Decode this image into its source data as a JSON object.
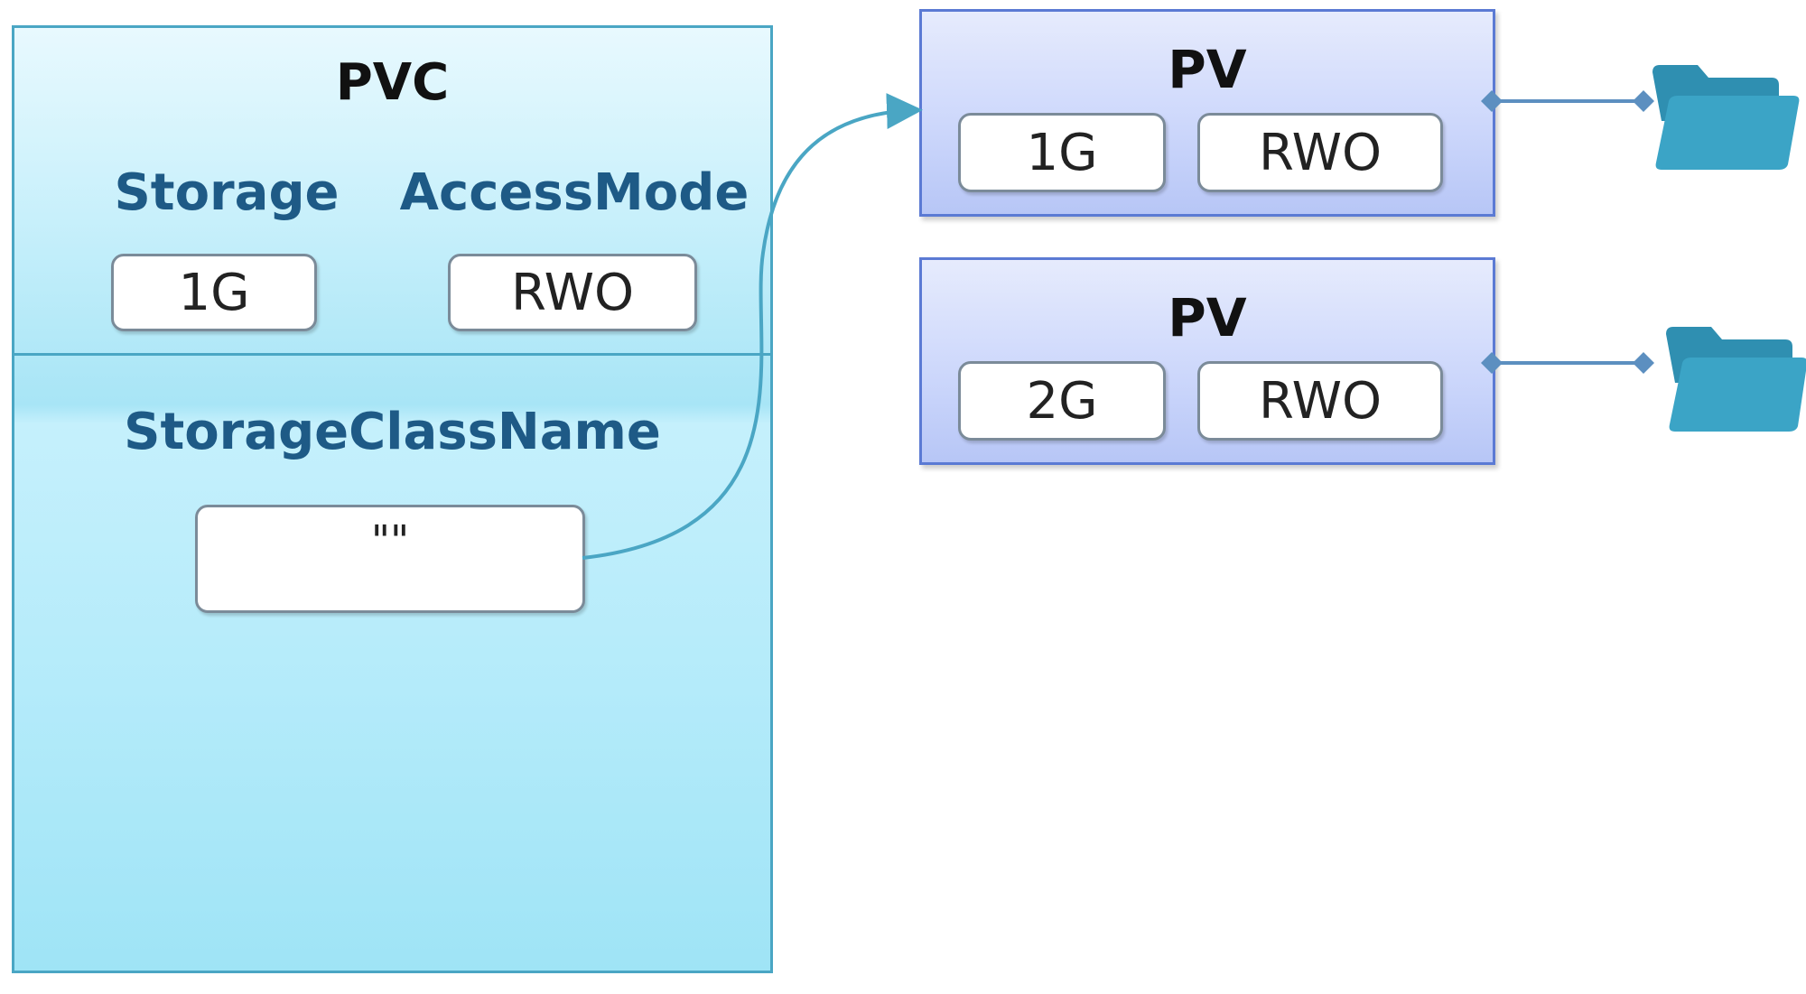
{
  "pvc": {
    "title": "PVC",
    "storage_label": "Storage",
    "storage_value": "1G",
    "access_mode_label": "AccessMode",
    "access_mode_value": "RWO",
    "storage_class_label": "StorageClassName",
    "storage_class_value": "\"\""
  },
  "pvs": [
    {
      "title": "PV",
      "storage": "1G",
      "access_mode": "RWO"
    },
    {
      "title": "PV",
      "storage": "2G",
      "access_mode": "RWO"
    }
  ],
  "colors": {
    "pvc_border": "#4aa6c4",
    "pv_border": "#5b7ad4",
    "connector": "#4aa6c4",
    "folder": "#3a9fc0",
    "label_text": "#1e5a86"
  },
  "icons": [
    "folder-icon",
    "folder-icon"
  ]
}
